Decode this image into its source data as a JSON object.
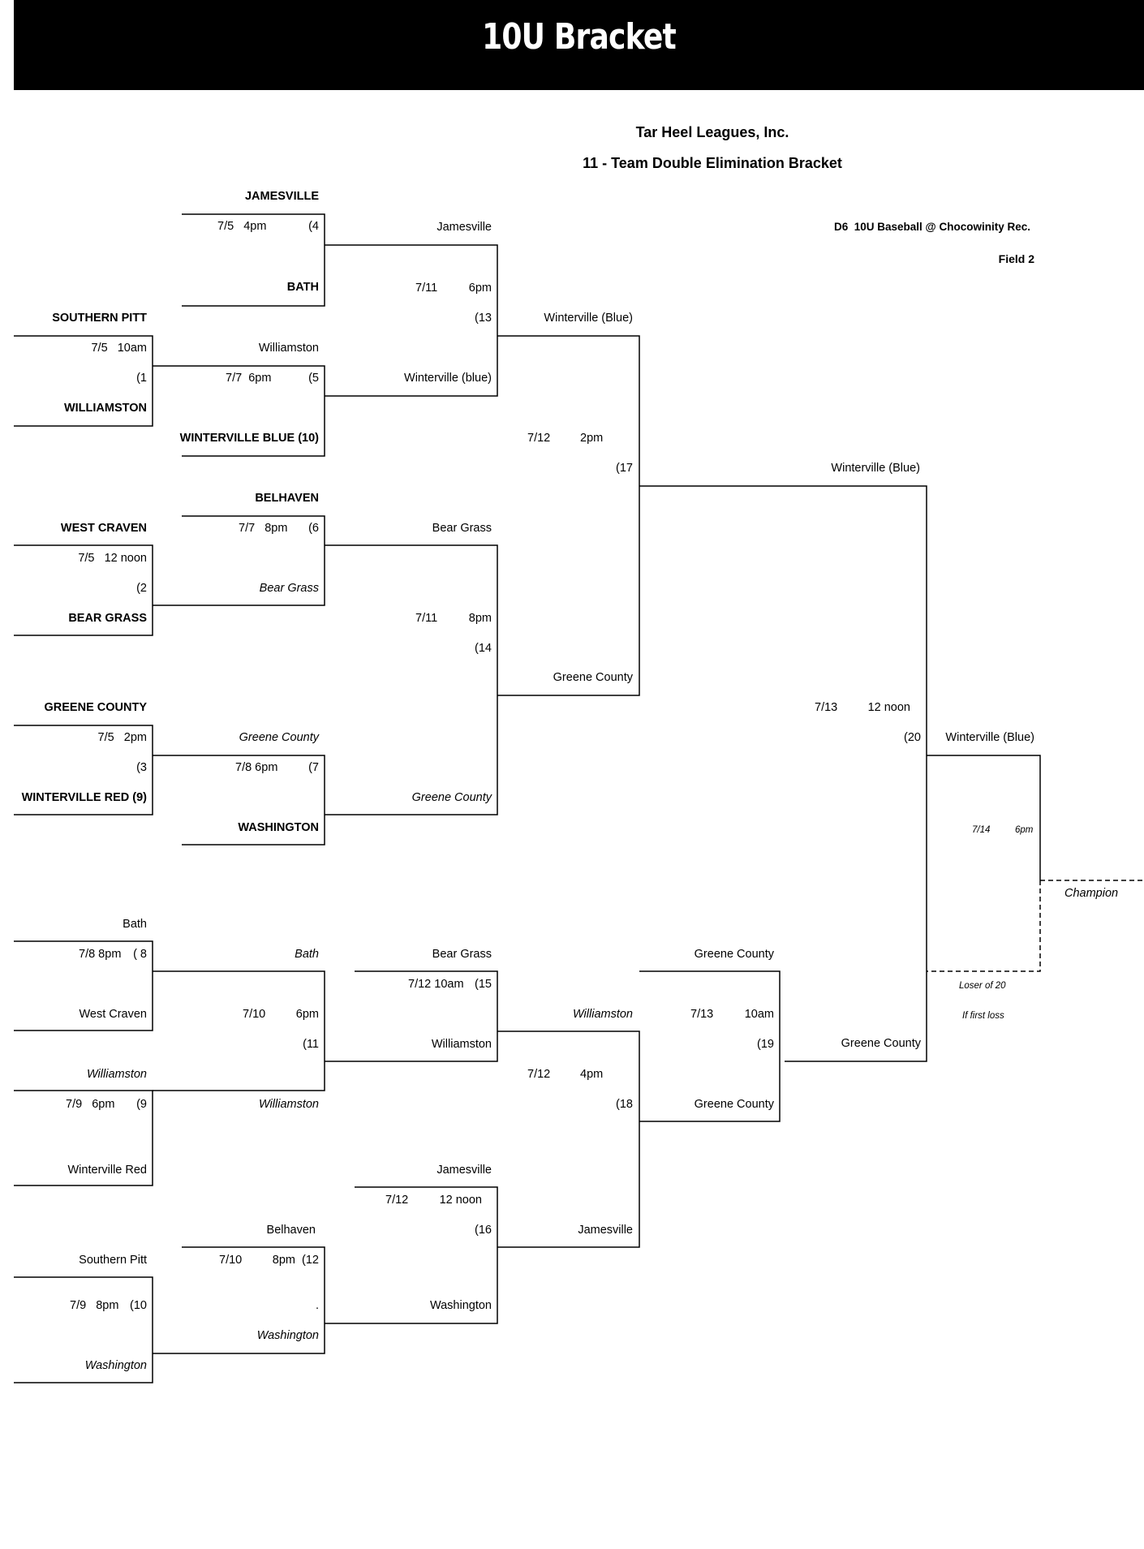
{
  "header": {
    "title": "10U Bracket"
  },
  "org": {
    "name": "Tar Heel Leagues, Inc.",
    "bracket_type": "11 - Team Double Elimination Bracket"
  },
  "event": {
    "name": "D6  10U Baseball @ Chocowinity Rec.",
    "field": "Field 2"
  },
  "bracket": {
    "g1": {
      "top": "SOUTHERN PITT",
      "date": "7/5   10am",
      "num": "(1",
      "bottom": "WILLIAMSTON"
    },
    "g2": {
      "top": "WEST CRAVEN",
      "date": "7/5   12 noon",
      "num": "(2",
      "bottom": "BEAR GRASS"
    },
    "g3": {
      "top": "GREENE COUNTY",
      "date": "7/5   2pm",
      "num": "(3",
      "bottom": "WINTERVILLE RED (9)"
    },
    "g4": {
      "top": "JAMESVILLE",
      "date": "7/5   4pm",
      "num": "(4",
      "bottom": "BATH"
    },
    "g5": {
      "top": "Williamston",
      "date": "7/7  6pm",
      "num": "(5",
      "bottom": "WINTERVILLE BLUE (10)"
    },
    "g6": {
      "top": "BELHAVEN",
      "date": "7/7   8pm",
      "num": "(6",
      "bottom": "Bear Grass"
    },
    "g7": {
      "top": "Greene County",
      "date": "7/8 6pm",
      "num": "(7",
      "bottom": "WASHINGTON"
    },
    "g8": {
      "top": "Bath",
      "date": "7/8 8pm",
      "num": "( 8",
      "bottom": "West Craven"
    },
    "g9": {
      "top": "Williamston",
      "date": "7/9   6pm",
      "num": "(9",
      "bottom": "Winterville Red"
    },
    "g10": {
      "top": "Southern Pitt",
      "date": "7/9   8pm",
      "num": "(10",
      "bottom": "Washington"
    },
    "g11": {
      "top": "Bath",
      "date": "7/10",
      "time": "6pm",
      "num": "(11",
      "bottom": "Williamston"
    },
    "g12": {
      "top": "Belhaven",
      "date": "7/10",
      "time": "8pm  (12",
      "dot": ".",
      "bottom": "Washington"
    },
    "g13": {
      "top": "Jamesville",
      "date": "7/11",
      "time": "6pm",
      "num": "(13",
      "bottom": "Winterville (blue)"
    },
    "g14": {
      "top": "Bear Grass",
      "date": "7/11",
      "time": "8pm",
      "num": "(14",
      "bottom": "Greene County"
    },
    "g15": {
      "top": "Bear Grass",
      "date": "7/12 10am",
      "num": "(15",
      "bottom": "Williamston"
    },
    "g16": {
      "top": "Jamesville",
      "date": "7/12",
      "time": "12 noon",
      "num": "(16",
      "bottom": "Washington"
    },
    "g17": {
      "top": "Winterville (Blue)",
      "date": "7/12",
      "time": "2pm",
      "num": "(17",
      "bottom": "Greene County"
    },
    "g18": {
      "top": "Williamston",
      "date": "7/12",
      "time": "4pm",
      "num": "(18",
      "bottom": "Jamesville"
    },
    "g19": {
      "top": "Greene County",
      "date": "7/13",
      "time": "10am",
      "num": "(19",
      "bottom": "Greene County"
    },
    "g20": {
      "top": "Winterville (Blue)",
      "date": "7/13",
      "time": "12 noon",
      "num": "(20",
      "bottom": "Greene County"
    },
    "final": {
      "date": "7/14",
      "time": "6pm",
      "champion": "Champion",
      "loser_note": "Loser of 20",
      "if_note": "If first loss",
      "top": "Winterville (Blue)"
    }
  }
}
